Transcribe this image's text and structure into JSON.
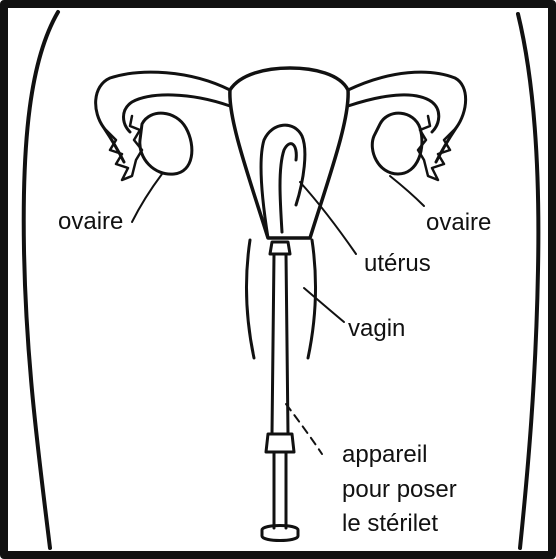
{
  "labels": {
    "ovary_left": "ovaire",
    "ovary_right": "ovaire",
    "uterus": "utérus",
    "vagina": "vagin",
    "device_line1": "appareil",
    "device_line2": "pour poser",
    "device_line3": "le stérilet"
  },
  "colors": {
    "ink": "#111111",
    "paper": "#ffffff"
  }
}
